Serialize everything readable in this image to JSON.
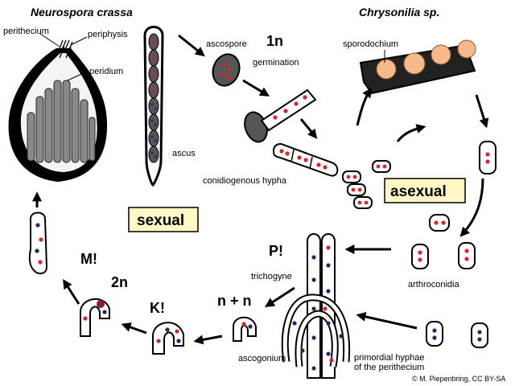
{
  "titles": {
    "left": "Neurospora crassa",
    "right": "Chrysonilia sp."
  },
  "labels": {
    "perithecium": "perithecium",
    "periphysis": "periphysis",
    "peridium": "peridium",
    "ascus": "ascus",
    "ascospore": "ascospore",
    "germination": "germination",
    "conidiogenous_hypha": "conidiogenous hypha",
    "sporodochium": "sporodochium",
    "arthroconidia": "arthroconidia",
    "trichogyne": "trichogyne",
    "ascogonium": "ascogonium",
    "primordial_hyphae_line1": "primordial hyphae",
    "primordial_hyphae_line2": "of the perithecium"
  },
  "phases": {
    "sexual": "sexual",
    "asexual": "asexual"
  },
  "stages": {
    "haploid": "1n",
    "diploid": "2n",
    "dikaryon": "n + n",
    "meiosis": "M!",
    "karyogamy": "K!",
    "plasmogamy": "P!"
  },
  "credit": "© M. Piepenbring, CC BY-SA",
  "colors": {
    "outline": "#000000",
    "red_nucleus": "#d9262c",
    "blue_nucleus": "#2b2566",
    "spore_fill": "#555555",
    "sporodochium": "#f5b98a",
    "phase_box": "#fff8c4",
    "perithecium_interior": "#b9b9b9"
  }
}
